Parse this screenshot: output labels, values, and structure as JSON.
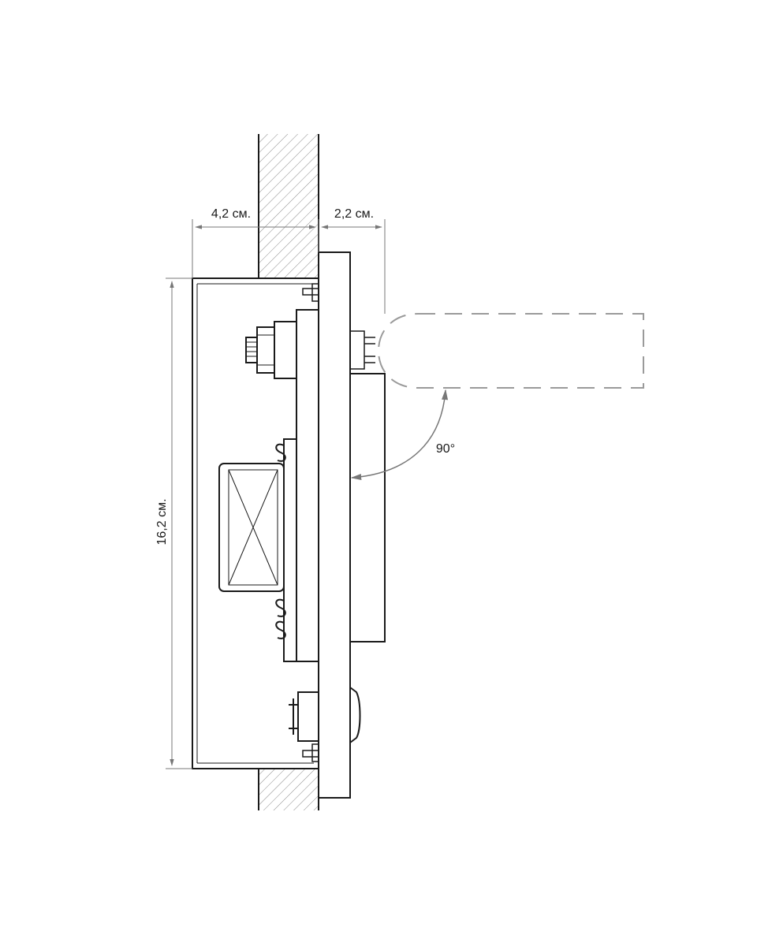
{
  "dimensions": {
    "depth_behind_wall": "4,2 см.",
    "protrusion_front": "2,2 см.",
    "height": "16,2 см.",
    "handle_angle": "90°"
  },
  "colors": {
    "line": "#1a1a1a",
    "dimension_line": "#777777",
    "hatch": "#8a8a8a",
    "handle_outline": "#9a9a9a"
  }
}
